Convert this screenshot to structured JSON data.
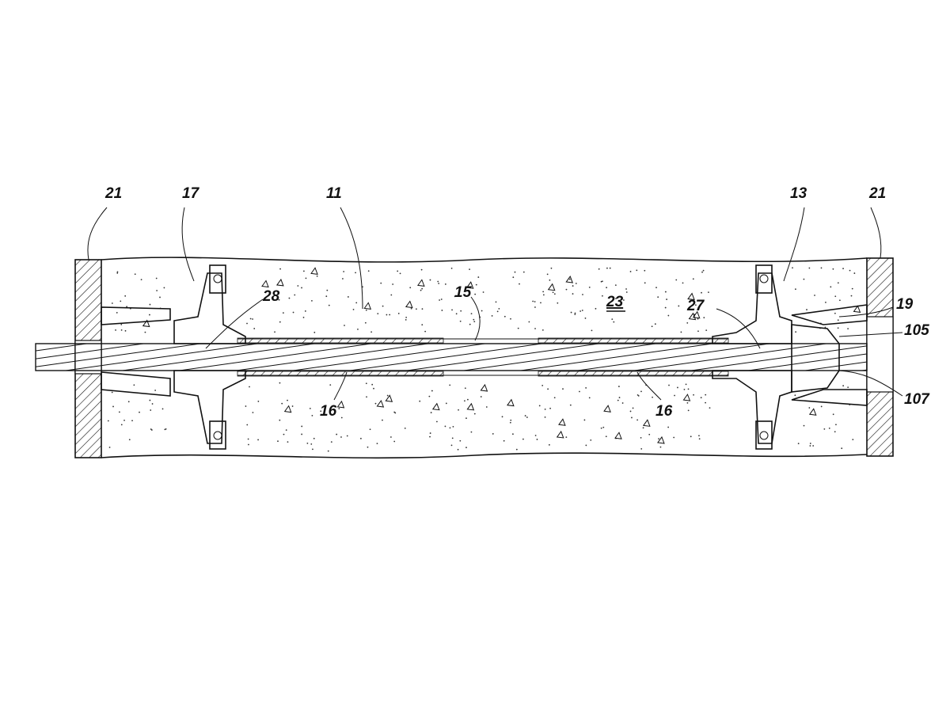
{
  "figure": {
    "type": "patent cross-section drawing",
    "labels": {
      "left_end_form": "21",
      "left_anchor": "17",
      "slab": "11",
      "right_anchor": "13",
      "right_end_form": "21",
      "left_seal": "28",
      "tendon": "15",
      "concrete": "23",
      "right_seal": "27",
      "pocket_former": "19",
      "wedge_cap": "105",
      "strand_end": "107",
      "sheath_left": "16",
      "sheath_right": "16"
    }
  }
}
